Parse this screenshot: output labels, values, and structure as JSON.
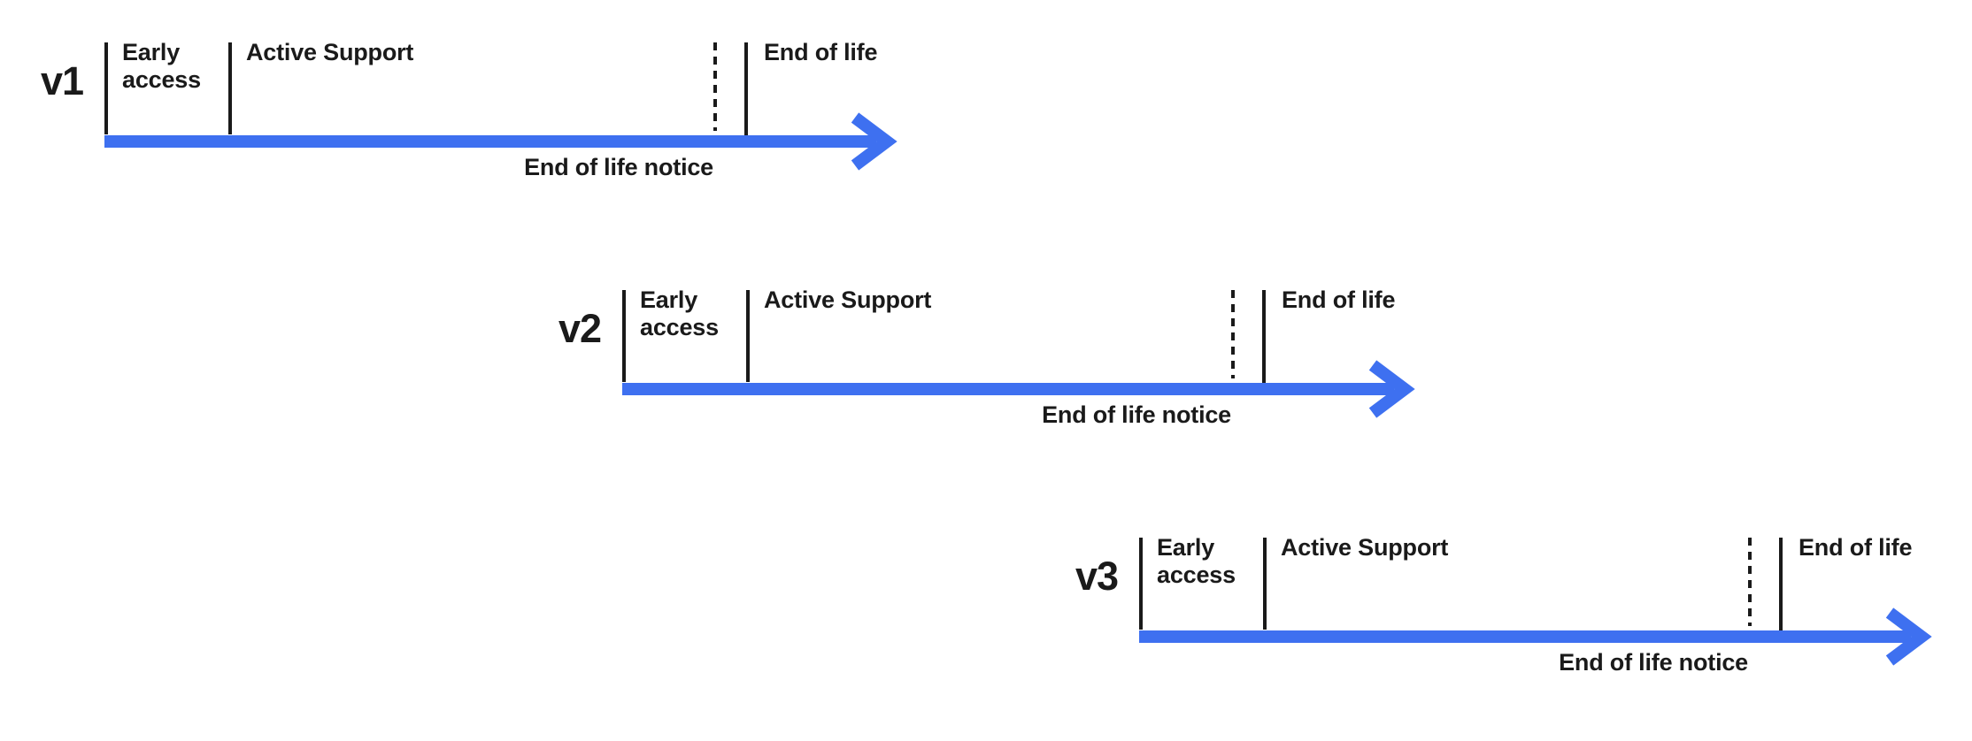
{
  "diagram": {
    "background": "#ffffff",
    "accent_blue": "#3E70F0",
    "line_color": "#1a1a1a",
    "versions": [
      {
        "name": "v1",
        "early_access": "Early\naccess",
        "active_support": "Active Support",
        "end_of_life": "End of life",
        "eol_notice": "End of life notice"
      },
      {
        "name": "v2",
        "early_access": "Early\naccess",
        "active_support": "Active Support",
        "end_of_life": "End of life",
        "eol_notice": "End of life notice"
      },
      {
        "name": "v3",
        "early_access": "Early\naccess",
        "active_support": "Active Support",
        "end_of_life": "End of life",
        "eol_notice": "End of life notice"
      }
    ]
  }
}
